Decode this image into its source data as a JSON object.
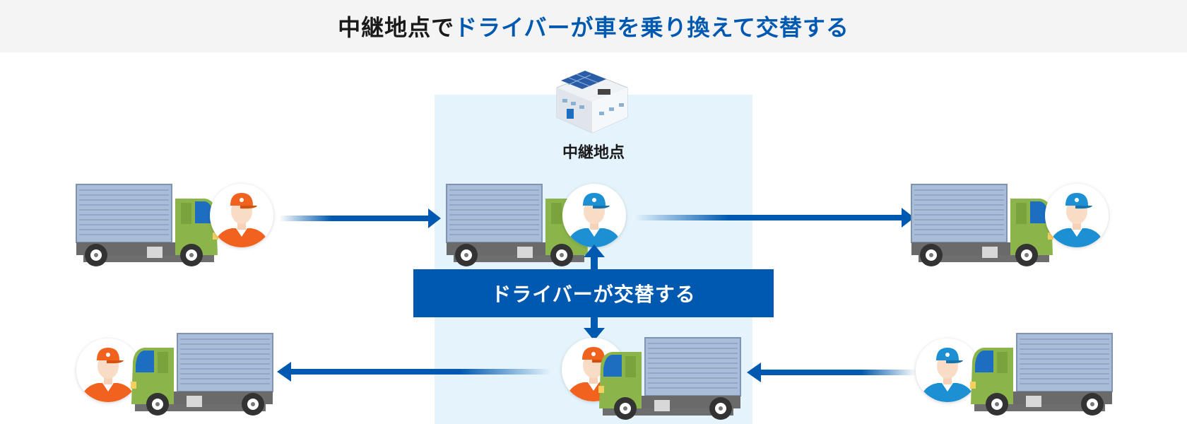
{
  "title": {
    "part1": "中継地点で",
    "part2": "ドライバーが車を乗り換えて交替する"
  },
  "relay": {
    "label": "中継地点"
  },
  "swap": {
    "label": "ドライバーが交替する"
  },
  "colors": {
    "accent": "#0059b0",
    "zone": "#e5f4fc",
    "header_bg": "#f4f4f4",
    "driver_a": "#f0621e",
    "driver_b": "#1d8fd3",
    "truck_cab": "#8bb54a",
    "truck_box": "#a9bcd8"
  },
  "icons": [
    "truck-icon",
    "driver-orange-icon",
    "driver-blue-icon",
    "relay-building-icon",
    "arrow-right-icon",
    "arrow-left-icon"
  ]
}
